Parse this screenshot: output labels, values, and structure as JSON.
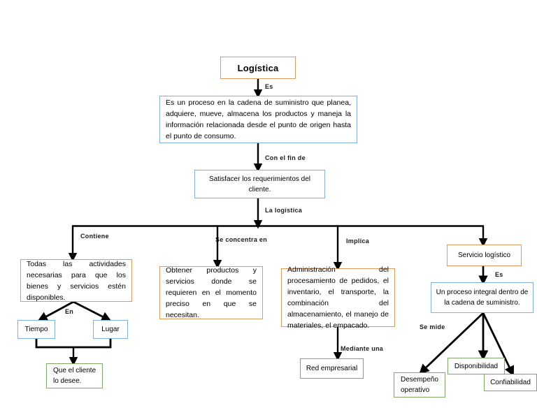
{
  "diagram": {
    "title": "Logística",
    "nodes": {
      "logistica": "Logística",
      "definicion": "Es un proceso en la cadena de suministro que planea, adquiere, mueve, almacena los productos y maneja la información relacionada desde el punto de origen hasta el punto de consumo.",
      "satisfacer": "Satisfacer los requerimientos del cliente.",
      "actividades": "Todas las actividades necesarias para que los bienes y servicios estén disponibles.",
      "tiempo": "Tiempo",
      "lugar": "Lugar",
      "que_el_cliente": "Que el cliente lo desee.",
      "obtener": "Obtener productos y servicios donde se requieren en el momento preciso en que se necesitan.",
      "administracion": "Administración del procesamiento de pedidos, el inventario, el transporte, la combinación del almacenamiento, el manejo de materiales, el empacado.",
      "red_empresarial": "Red empresarial",
      "servicio_logistico": "Servicio logístico",
      "proceso_integral": "Un proceso integral dentro de la cadena de suministro.",
      "desempeno": "Desempeño operativo",
      "disponibilidad": "Disponibilidad",
      "confiabilidad": "Confiabilidad"
    },
    "edge_labels": {
      "es_1": "Es",
      "con_el_fin_de": "Con el fin de",
      "la_logistica": "La logística",
      "contiene": "Contiene",
      "se_concentra_en": "Se concentra en",
      "implica": "Implica",
      "en": "En",
      "mediante_una": "Mediante una",
      "es_2": "Es",
      "se_mide": "Se mide"
    },
    "colors": {
      "orange_border": "#e09a5d",
      "blue_border": "#83b0dc",
      "green_border": "#7ea868",
      "connector": "#000000",
      "background": "#ffffff"
    }
  }
}
